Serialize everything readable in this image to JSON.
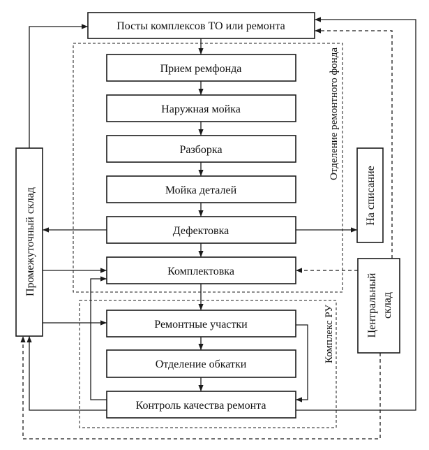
{
  "nodes": {
    "posts": "Посты комплексов ТО или ремонта",
    "priem": "Прием ремфонда",
    "moika": "Наружная мойка",
    "razborka": "Разборка",
    "moika_detalei": "Мойка деталей",
    "defektovka": "Дефектовка",
    "komplektovka": "Комплектовка",
    "remontnye": "Ремонтные участки",
    "obkatka": "Отделение обкатки",
    "kontrol": "Контроль качества ремонта",
    "promezh": "Промежуточный склад",
    "spisanie": "На списание",
    "central_1": "Центральный",
    "central_2": "склад"
  },
  "regions": {
    "otdelenie": "Отделение ремонтного фонда",
    "kompleks": "Комплекс РУ"
  }
}
